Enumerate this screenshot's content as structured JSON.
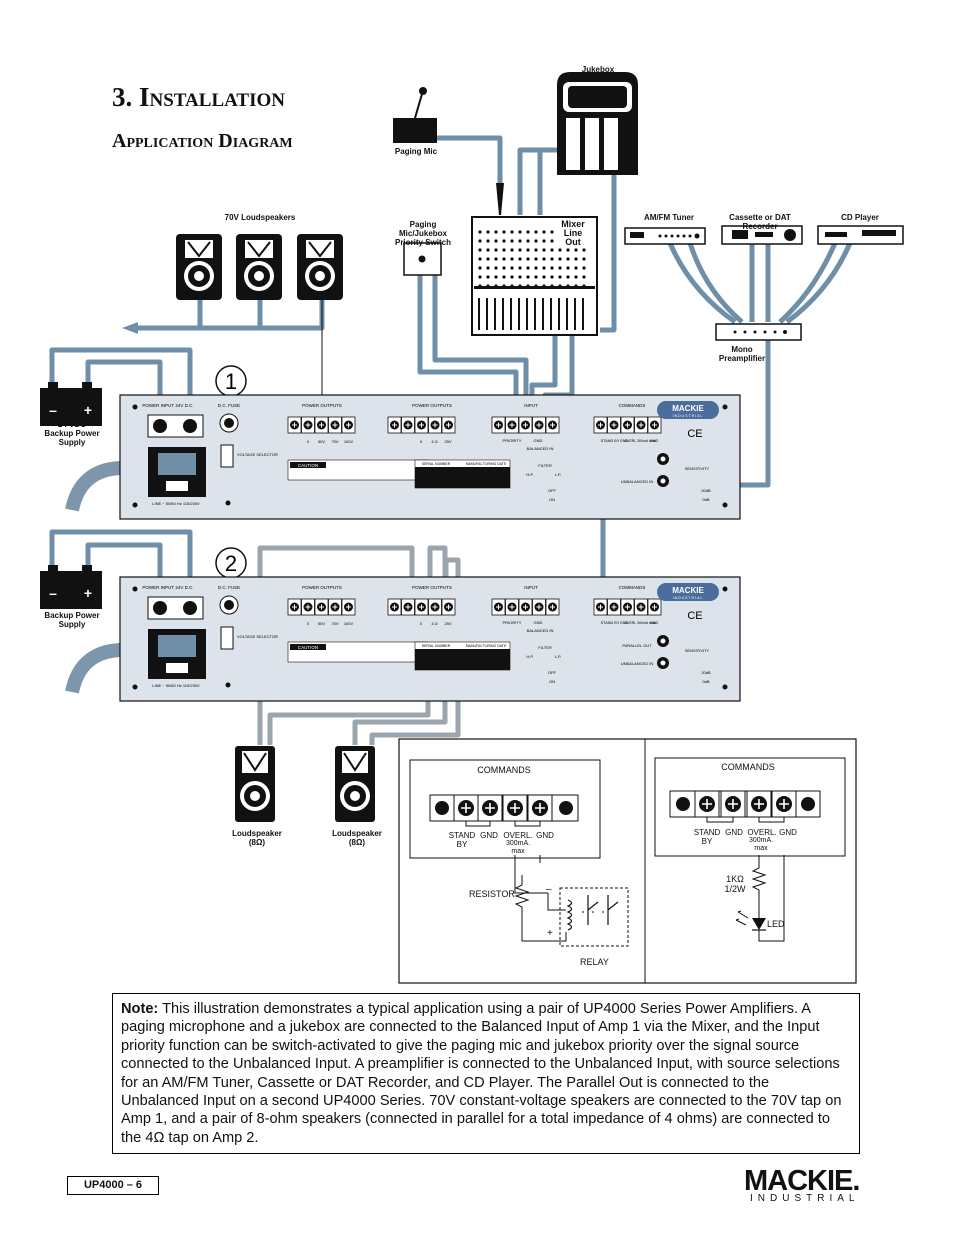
{
  "heading": {
    "title_num": "3.",
    "title": "Installation",
    "subtitle": "Application Diagram"
  },
  "devices": {
    "jukebox": "Jukebox",
    "paging_mic": "Paging Mic",
    "speakers_70v": "70V Loudspeakers",
    "priority_switch": "Paging Mic/Jukebox Priority Switch",
    "mixer_line_out": "Mixer Line Out",
    "am_fm_tuner": "AM/FM Tuner",
    "cassette_dat": "Cassette or DAT Recorder",
    "cd_player": "CD Player",
    "mono_preamp": "Mono Preamplifier",
    "battery_label": "24 VDC Backup Power Supply",
    "loudspeaker_8": "Loudspeaker (8Ω)"
  },
  "amp": {
    "power_input": "POWER INPUT 24V D.C.",
    "dc_fuse": "D.C. FUSE",
    "power_outputs": "POWER OUTPUTS",
    "input": "INPUT",
    "commands": "COMMANDS",
    "brand": "MACKIE",
    "brand_sub": "INDUSTRIAL",
    "ce": "CE",
    "caution": "CAUTION",
    "voltage_selector": "VOLTAGE SELECTOR",
    "line": "LINE ~ 50/60 Hz 115/230V",
    "serial_number": "SERIAL NUMBER",
    "manufacturing_date": "MANUFACTURING DATE",
    "filter": "FILTER",
    "hp": "H.P.",
    "lp": "L.P.",
    "off": "OFF",
    "on": "ON",
    "priority": "PRIORITY",
    "gnd": "GND",
    "balanced_in": "BALANCED IN",
    "unbalanced_in": "UNBALANCED IN",
    "parallel_out": "PARALLEL OUT",
    "sensitivity": "SENSITIVITY",
    "db20": "20dB",
    "db0": "0dB",
    "taps_a": [
      "0",
      "50V",
      "70V",
      "100V"
    ],
    "taps_b": [
      "0",
      "4 Ω",
      "25V"
    ],
    "cmd_labels": [
      "STAND BY",
      "GND",
      "OVERL 300mA max",
      "GND"
    ]
  },
  "amp_numbers": [
    "1",
    "2"
  ],
  "details": {
    "commands": "COMMANDS",
    "stand_by": "STAND BY",
    "gnd": "GND",
    "overl": "OVERL.",
    "ma": "300mA. max",
    "resistor": "RESISTOR",
    "relay": "RELAY",
    "resistor_value": "1KΩ 1/2W",
    "led": "LED",
    "minus": "–",
    "plus": "+"
  },
  "note": {
    "label": "Note:",
    "text": " This illustration demonstrates a typical application using a pair of UP4000 Series Power Amplifiers. A paging microphone and a jukebox are connected to the Balanced Input of Amp 1 via the Mixer, and the Input priority function can be switch-activated to give the paging mic and jukebox priority over the signal source connected to the Unbalanced Input. A preamplifier is connected to the Unbalanced Input, with source selections for an AM/FM Tuner, Cassette or DAT Recorder, and CD Player. The Parallel Out is connected to the Unbalanced Input on a second UP4000 Series. 70V constant-voltage speakers are connected to the 70V tap on Amp 1, and a pair of 8-ohm speakers (connected in parallel for a total impedance of 4 ohms) are connected to the 4Ω tap on Amp 2."
  },
  "footer": {
    "page": "UP4000 – 6",
    "brand": "MACKIE.",
    "brand_sub": "INDUSTRIAL"
  },
  "colors": {
    "cable": "#6f8ea8",
    "panel": "#dde3ea",
    "ink": "#111111"
  }
}
